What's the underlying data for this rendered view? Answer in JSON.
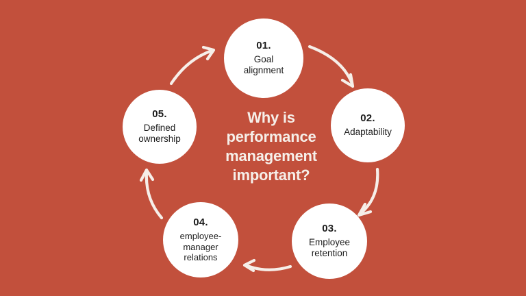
{
  "theme": {
    "background_color": "#c2503c",
    "circle_color": "#ffffff",
    "circle_text_color": "#1c1c1c",
    "title_color": "#f6efe9",
    "arrow_color": "#f6efe9"
  },
  "center": {
    "title_line_1": "Why is",
    "title_line_2": "performance",
    "title_line_3": "management",
    "title_line_4": "important?",
    "title_full": "Why is performance management important?"
  },
  "nodes": [
    {
      "number": "01.",
      "label": "Goal alignment",
      "label_line_1": "Goal",
      "label_line_2": "alignment"
    },
    {
      "number": "02.",
      "label": "Adaptability",
      "label_line_1": "Adaptability",
      "label_line_2": ""
    },
    {
      "number": "03.",
      "label": "Employee retention",
      "label_line_1": "Employee",
      "label_line_2": "retention"
    },
    {
      "number": "04.",
      "label": "employee-manager relations",
      "label_line_1": "employee-",
      "label_line_2": "manager",
      "label_line_3": "relations"
    },
    {
      "number": "05.",
      "label": "Defined ownership",
      "label_line_1": "Defined",
      "label_line_2": "ownership"
    }
  ],
  "arrows": [
    {
      "name": "arrow-01-to-02",
      "from": "01.",
      "to": "02.",
      "direction": "down-right"
    },
    {
      "name": "arrow-02-to-03",
      "from": "02.",
      "to": "03.",
      "direction": "down-left"
    },
    {
      "name": "arrow-03-to-04",
      "from": "03.",
      "to": "04.",
      "direction": "left"
    },
    {
      "name": "arrow-04-to-05",
      "from": "04.",
      "to": "05.",
      "direction": "up"
    },
    {
      "name": "arrow-05-to-01",
      "from": "05.",
      "to": "01.",
      "direction": "up-right"
    }
  ]
}
